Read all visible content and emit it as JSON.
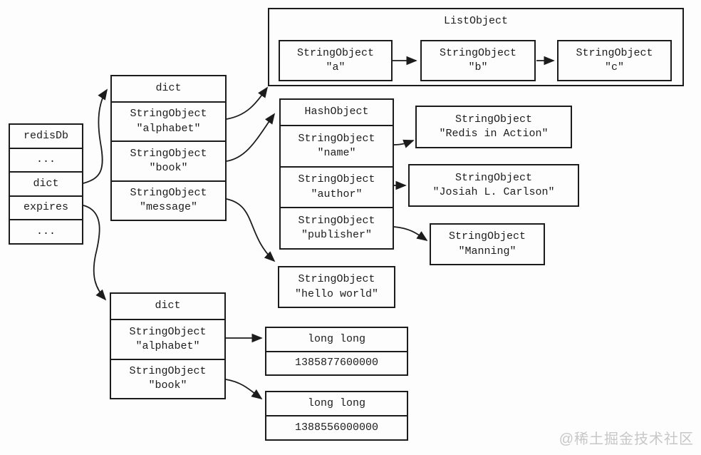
{
  "colors": {
    "line": "#1c1c1c",
    "background": "#fdfdfd",
    "watermark_text": "#c7c7c7"
  },
  "watermark": "@稀土掘金技术社区",
  "redisdb": {
    "rows": [
      "redisDb",
      "...",
      "dict",
      "expires",
      "..."
    ]
  },
  "dict1": {
    "title": "dict",
    "rows": [
      {
        "type": "StringObject",
        "value": "\"alphabet\""
      },
      {
        "type": "StringObject",
        "value": "\"book\""
      },
      {
        "type": "StringObject",
        "value": "\"message\""
      }
    ]
  },
  "listobject": {
    "title": "ListObject",
    "items": [
      {
        "type": "StringObject",
        "value": "\"a\""
      },
      {
        "type": "StringObject",
        "value": "\"b\""
      },
      {
        "type": "StringObject",
        "value": "\"c\""
      }
    ]
  },
  "hashobject": {
    "title": "HashObject",
    "rows": [
      {
        "type": "StringObject",
        "value": "\"name\""
      },
      {
        "type": "StringObject",
        "value": "\"author\""
      },
      {
        "type": "StringObject",
        "value": "\"publisher\""
      }
    ]
  },
  "hash_values": [
    {
      "type": "StringObject",
      "value": "\"Redis in Action\""
    },
    {
      "type": "StringObject",
      "value": "\"Josiah L. Carlson\""
    },
    {
      "type": "StringObject",
      "value": "\"Manning\""
    }
  ],
  "hello_world": {
    "type": "StringObject",
    "value": "\"hello world\""
  },
  "dict2": {
    "title": "dict",
    "rows": [
      {
        "type": "StringObject",
        "value": "\"alphabet\""
      },
      {
        "type": "StringObject",
        "value": "\"book\""
      }
    ]
  },
  "longlong1": {
    "type": "long long",
    "value": "1385877600000"
  },
  "longlong2": {
    "type": "long long",
    "value": "1388556000000"
  }
}
